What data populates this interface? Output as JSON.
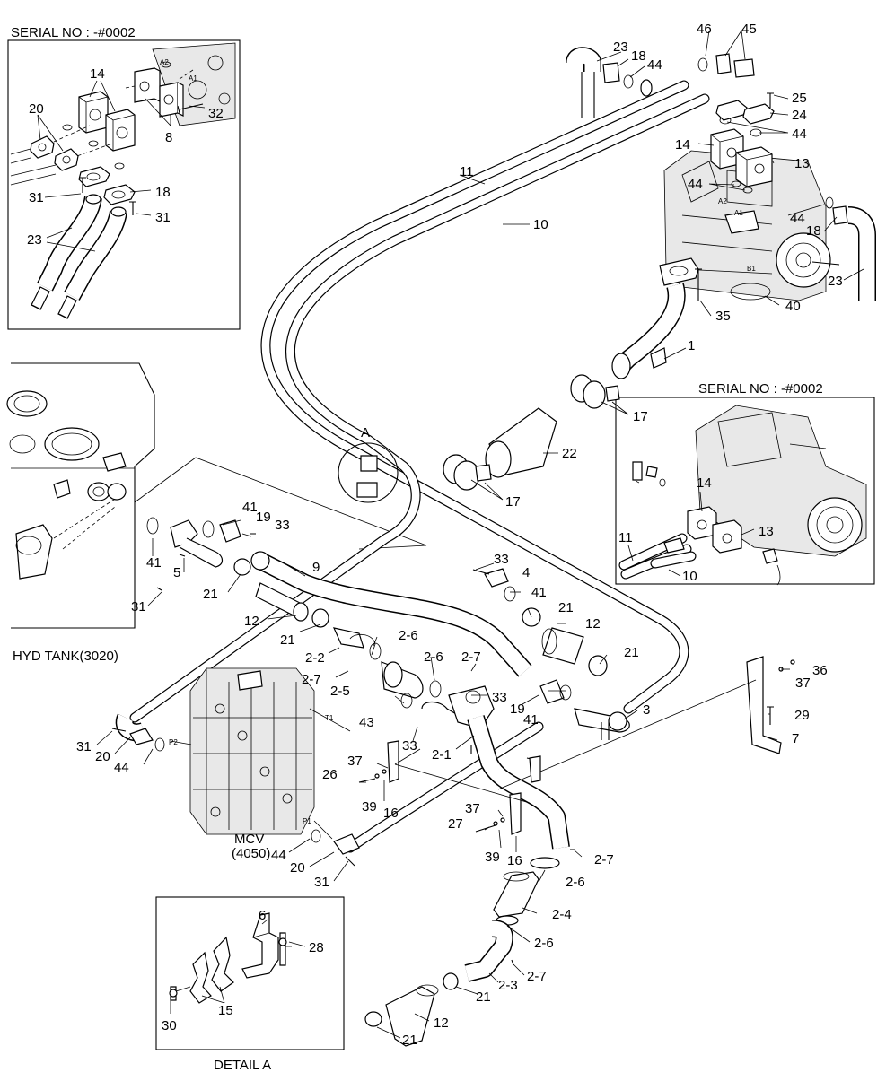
{
  "titles": {
    "serial_top_left": "SERIAL NO : -#0002",
    "serial_right": "SERIAL NO : -#0002",
    "hyd_tank": "HYD TANK(3020)",
    "mcv_line1": "MCV",
    "mcv_line2": "(4050)",
    "detail": "DETAIL  A",
    "callout_a": "A"
  },
  "port_marks": {
    "a2": "A2",
    "a1": "A1",
    "a2_pump": "A2",
    "a1_pump": "A1",
    "b1": "B1",
    "t1": "T1",
    "p2": "P2",
    "p1": "P1"
  },
  "inset_top_left_labels": {
    "l14": "14",
    "l20": "20",
    "l8": "8",
    "l32": "32",
    "l31a": "31",
    "l18": "18",
    "l31b": "31",
    "l23": "23"
  },
  "inset_right_labels": {
    "l14": "14",
    "l13": "13",
    "l11": "11",
    "l10": "10"
  },
  "detail_labels": {
    "l6": "6",
    "l28": "28",
    "l30": "30",
    "l15": "15"
  },
  "main_labels": {
    "l23a": "23",
    "l18a": "18",
    "l44a": "44",
    "l46": "46",
    "l45": "45",
    "l25": "25",
    "l24": "24",
    "l44b": "44",
    "l14": "14",
    "l13": "13",
    "l44c": "44",
    "l44d": "44",
    "l18b": "18",
    "l23b": "23",
    "l11": "11",
    "l10": "10",
    "l35": "35",
    "l40": "40",
    "l1": "1",
    "l17a": "17",
    "l22": "22",
    "l17b": "17",
    "l41a": "41",
    "l19a": "19",
    "l33a": "33",
    "l41b": "41",
    "l5": "5",
    "l9": "9",
    "l21a": "21",
    "l31a": "31",
    "l12a": "12",
    "l33b": "33",
    "l4": "4",
    "l41c": "41",
    "l21b": "21",
    "l12b": "12",
    "l21c": "21",
    "l2_2": "2-2",
    "l2_6a": "2-6",
    "l2_7a": "2-7",
    "l2_6b": "2-6",
    "l2_7b": "2-7",
    "l2_5": "2-5",
    "l21d": "21",
    "l33c": "33",
    "l19b": "19",
    "l41d": "41",
    "l43": "43",
    "l3": "3",
    "l36": "36",
    "l37a": "37",
    "l29": "29",
    "l7": "7",
    "l31b": "31",
    "l20a": "20",
    "l44e": "44",
    "l33d": "33",
    "l2_1": "2-1",
    "l37b": "37",
    "l26": "26",
    "l39a": "39",
    "l16a": "16",
    "l37c": "37",
    "l27": "27",
    "l39b": "39",
    "l16b": "16",
    "l2_7c": "2-7",
    "l2_6c": "2-6",
    "l2_4": "2-4",
    "l2_6d": "2-6",
    "l2_7d": "2-7",
    "l2_3": "2-3",
    "l21e": "21",
    "l12c": "12",
    "l21f": "21",
    "l44f": "44",
    "l20b": "20",
    "l31c": "31"
  }
}
